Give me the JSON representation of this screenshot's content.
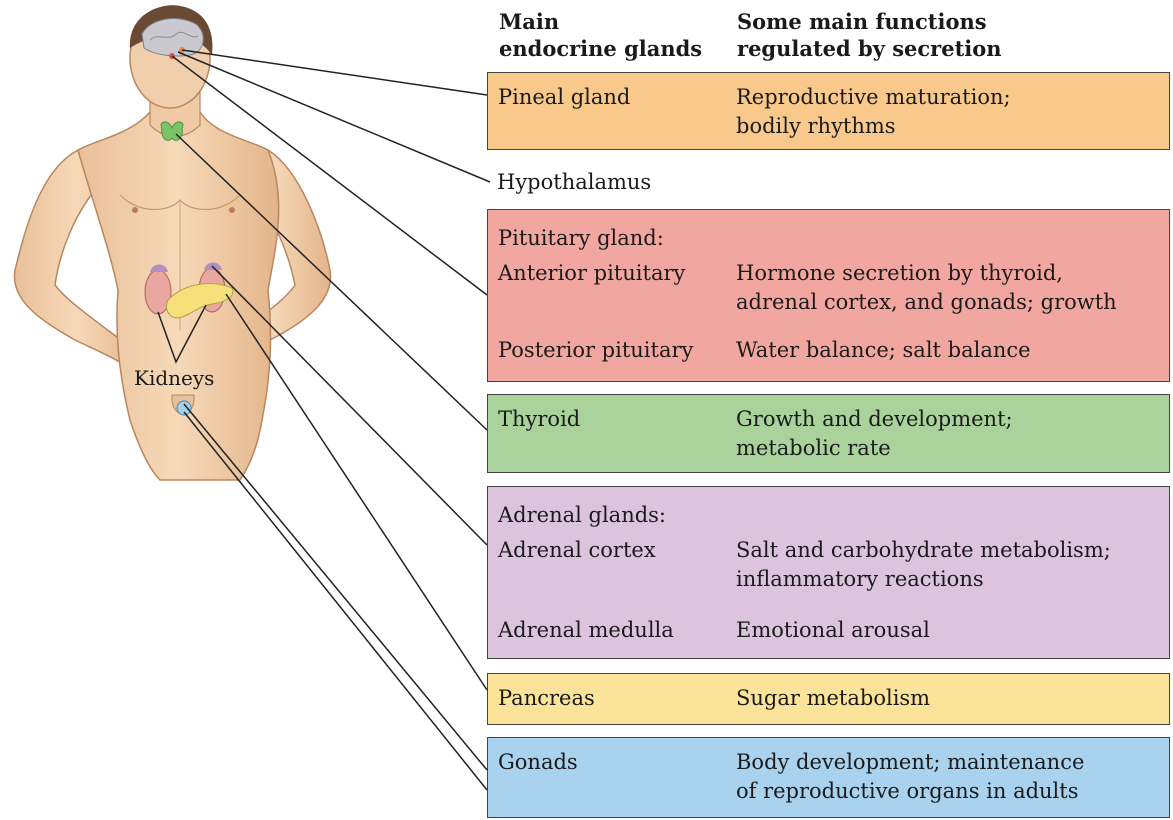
{
  "header": {
    "col1": "Main\nendocrine glands",
    "col2": "Some main functions\nregulated by secretion"
  },
  "labels": {
    "kidneys": "Kidneys",
    "hypothalamus": "Hypothalamus"
  },
  "rows": {
    "pineal": {
      "gland": "Pineal gland",
      "function": "Reproductive maturation;\nbodily rhythms",
      "color": "#f8c98a"
    },
    "pituitary": {
      "title": "Pituitary gland:",
      "anterior": {
        "gland": "Anterior pituitary",
        "function": "Hormone secretion by thyroid,\nadrenal cortex, and gonads; growth"
      },
      "posterior": {
        "gland": "Posterior pituitary",
        "function": "Water balance; salt balance"
      },
      "color": "#f2a6a0"
    },
    "thyroid": {
      "gland": "Thyroid",
      "function": "Growth and development;\nmetabolic rate",
      "color": "#a9d39a"
    },
    "adrenal": {
      "title": "Adrenal glands:",
      "cortex": {
        "gland": "Adrenal cortex",
        "function": "Salt and carbohydrate metabolism;\ninflammatory reactions"
      },
      "medulla": {
        "gland": "Adrenal medulla",
        "function": "Emotional arousal"
      },
      "color": "#dcc3de"
    },
    "pancreas": {
      "gland": "Pancreas",
      "function": "Sugar metabolism",
      "color": "#fbe49a"
    },
    "gonads": {
      "gland": "Gonads",
      "function": "Body development; maintenance\nof reproductive organs in adults",
      "color": "#a8d2ee"
    }
  }
}
